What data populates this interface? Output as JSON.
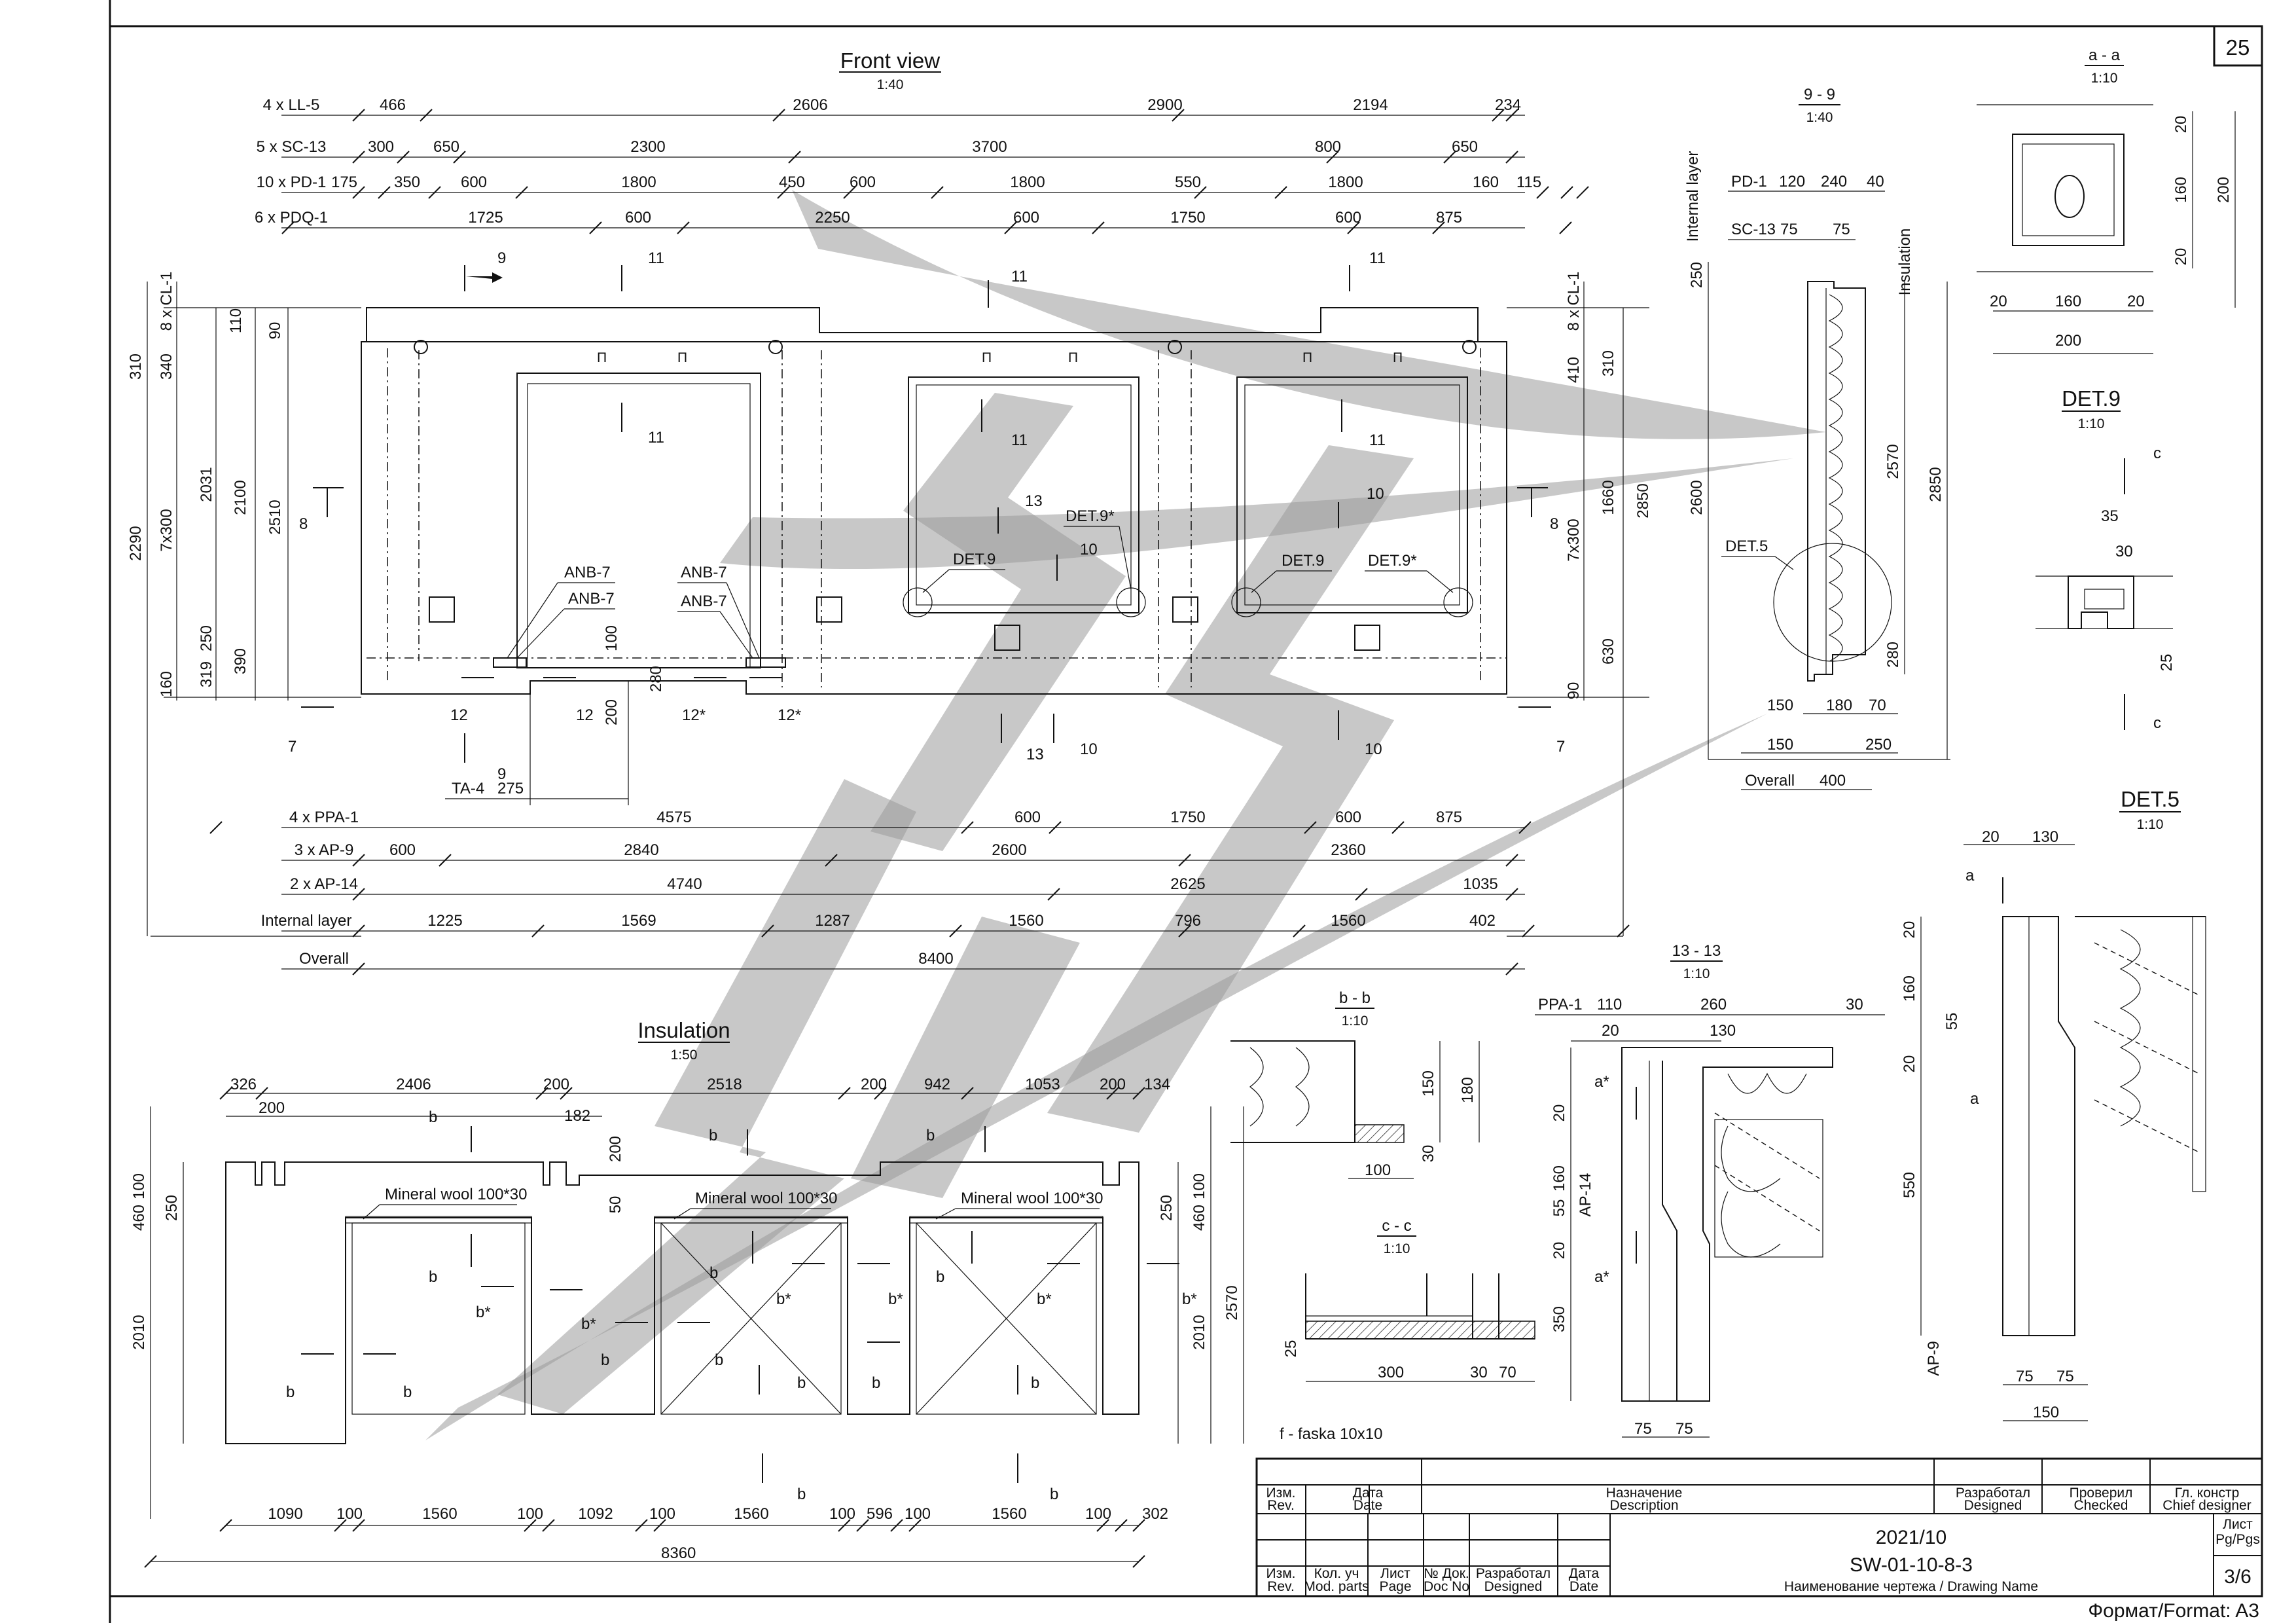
{
  "sheet_number": "25",
  "format_label": "Формат/Format: A3",
  "titles": {
    "front_view": "Front view",
    "front_view_scale": "1:40",
    "insulation": "Insulation",
    "insulation_scale": "1:50",
    "sec_99": "9 - 9",
    "sec_99_scale": "1:40",
    "sec_aa": "a - a",
    "sec_aa_scale": "1:10",
    "det9": "DET.9",
    "det9_scale": "1:10",
    "det5": "DET.5",
    "det5_scale": "1:10",
    "sec_1313": "13 - 13",
    "sec_1313_scale": "1:10",
    "sec_bb": "b - b",
    "sec_bb_scale": "1:10",
    "sec_cc": "c - c",
    "sec_cc_scale": "1:10"
  },
  "front_top_rows": [
    {
      "label": "4 x LL-5",
      "values": [
        "466",
        "2606",
        "2900",
        "2194",
        "234"
      ]
    },
    {
      "label": "5 x SC-13",
      "values": [
        "300",
        "650",
        "2300",
        "3700",
        "800",
        "650"
      ]
    },
    {
      "label": "10 x PD-1",
      "values": [
        "175",
        "350",
        "600",
        "1800",
        "450",
        "600",
        "1800",
        "550",
        "1800",
        "160",
        "115"
      ]
    },
    {
      "label": "6 x PDQ-1",
      "values": [
        "1725",
        "600",
        "2250",
        "600",
        "1750",
        "600",
        "875"
      ]
    }
  ],
  "front_bottom_rows": [
    {
      "label": "4 x PPA-1",
      "values": [
        "4575",
        "600",
        "1750",
        "600",
        "875"
      ]
    },
    {
      "label": "3 x AP-9",
      "values": [
        "600",
        "2840",
        "2600",
        "2360"
      ]
    },
    {
      "label": "2 x AP-14",
      "values": [
        "4740",
        "2625",
        "1035"
      ]
    },
    {
      "label": "Internal layer",
      "values": [
        "1225",
        "1569",
        "1287",
        "1560",
        "796",
        "1560",
        "402"
      ]
    },
    {
      "label": "Overall",
      "values": [
        "8400"
      ]
    }
  ],
  "front_left_dims": [
    "310",
    "340",
    "8 x CL-1",
    "110",
    "90",
    "2031",
    "2100",
    "2510",
    "7x300",
    "2290",
    "250",
    "390",
    "319",
    "160"
  ],
  "front_right_dims": [
    "8 x CL-1",
    "410",
    "310",
    "1660",
    "2850",
    "7x300",
    "630",
    "90"
  ],
  "front_labels": {
    "anb1": "ANB-7",
    "anb2": "ANB-7",
    "anb3": "ANB-7",
    "anb4": "ANB-7",
    "det9_a": "DET.9",
    "det9s_a": "DET.9*",
    "det9_b": "DET.9",
    "det9s_b": "DET.9*",
    "ta4": "TA-4",
    "ta4_dim": "275",
    "dim100": "100",
    "dim280": "280",
    "dim200": "200",
    "cut_p": "П"
  },
  "front_cut_marks": [
    "9",
    "11",
    "11",
    "11",
    "11",
    "11",
    "11",
    "13",
    "10",
    "10",
    "8",
    "8",
    "12",
    "12",
    "12*",
    "12*",
    "7",
    "7",
    "13",
    "10",
    "10",
    "9"
  ],
  "sec99": {
    "internal_layer": "Internal layer",
    "insulation": "Insulation",
    "pd1": "PD-1",
    "pd1_vals": [
      "120",
      "240",
      "40"
    ],
    "sc13": "SC-13",
    "sc13_vals": [
      "75",
      "75"
    ],
    "dims": [
      "250",
      "2600",
      "2570",
      "2850",
      "280"
    ],
    "det5": "DET.5",
    "bottom": [
      "150",
      "180",
      "70",
      "150",
      "250"
    ],
    "overall": "Overall",
    "overall_val": "400"
  },
  "secaa": {
    "dims": [
      "20",
      "160",
      "200",
      "20",
      "20",
      "160",
      "20",
      "200"
    ]
  },
  "det9": {
    "dims": [
      "35",
      "30",
      "25"
    ],
    "cut": "c"
  },
  "det5": {
    "dims": [
      "20",
      "130",
      "20",
      "160",
      "55",
      "20",
      "550"
    ],
    "cut": "a",
    "ap9": "AP-9",
    "bottom": [
      "75",
      "75",
      "150"
    ]
  },
  "sec1313": {
    "ppa1": "PPA-1",
    "top": [
      "110",
      "260",
      "30"
    ],
    "top2": [
      "20",
      "130"
    ],
    "left": [
      "20",
      "160",
      "55",
      "20",
      "350"
    ],
    "ap14": "AP-14",
    "cut": "a*",
    "bottom": [
      "75",
      "75"
    ]
  },
  "secbb": {
    "dims": [
      "150",
      "180",
      "30",
      "100"
    ]
  },
  "seccc": {
    "dims": [
      "25",
      "300",
      "30",
      "70"
    ],
    "note": "f - faska 10x10"
  },
  "insulation": {
    "top_row1": [
      "326",
      "2406",
      "200",
      "2518",
      "200",
      "942",
      "1053",
      "200",
      "134"
    ],
    "top_row2": [
      "200",
      "182"
    ],
    "wool": [
      "Mineral wool 100*30",
      "Mineral wool 100*30",
      "Mineral wool 100*30"
    ],
    "left": [
      "100",
      "460",
      "250",
      "2010"
    ],
    "right": [
      "250",
      "100",
      "460",
      "2010",
      "2570"
    ],
    "inner": [
      "200",
      "50"
    ],
    "bottom": [
      "1090",
      "100",
      "1560",
      "100",
      "1092",
      "100",
      "1560",
      "100",
      "596",
      "100",
      "1560",
      "100",
      "302"
    ],
    "overall": "8360",
    "cut_b": "b",
    "cut_bs": "b*"
  },
  "title_block": {
    "rev": "Изм.\nRev.",
    "date": "Дата\nDate",
    "purpose_ru": "Назначение",
    "purpose_en": "Description",
    "designed_ru": "Разработал",
    "designed_en": "Designed",
    "checked_ru": "Проверил",
    "checked_en": "Checked",
    "chief_ru": "Гл. констр",
    "chief_en": "Chief designer",
    "date_code": "2021/10",
    "drawing_no": "SW-01-10-8-3",
    "drawing_name": "Наименование чертежа / Drawing Name",
    "pages_label_ru": "Лист",
    "pages_label_en": "Pg/Pgs",
    "pages": "3/6",
    "cols": [
      {
        "ru": "Изм.",
        "en": "Rev."
      },
      {
        "ru": "Кол. уч",
        "en": "Mod. parts"
      },
      {
        "ru": "Лист",
        "en": "Page"
      },
      {
        "ru": "№ Док.",
        "en": "Doc No"
      },
      {
        "ru": "Разработал",
        "en": "Designed"
      },
      {
        "ru": "Дата",
        "en": "Date"
      }
    ]
  }
}
